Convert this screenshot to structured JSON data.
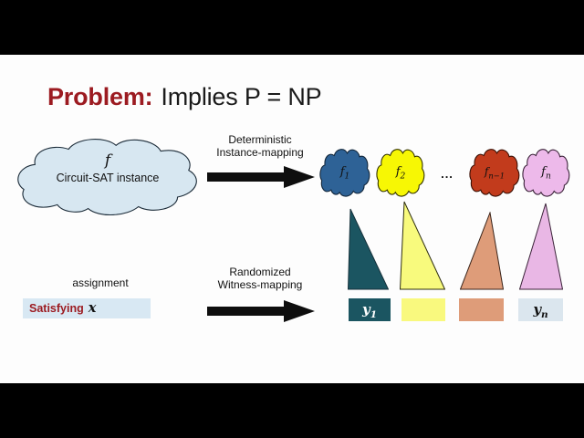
{
  "slide": {
    "title": {
      "label_bold": "Problem:",
      "label_rest": "Implies P = NP",
      "accent_color": "#9C1B21"
    },
    "source_cloud": {
      "symbol": "f",
      "label": "Circuit-SAT instance",
      "fill": "#D7E7F1"
    },
    "deterministic_arrow": {
      "line1": "Deterministic",
      "line2": "Instance-mapping"
    },
    "randomized_arrow": {
      "line1": "Randomized",
      "line2": "Witness-mapping"
    },
    "assignment": {
      "caption": "assignment",
      "highlight_word": "Satisfying",
      "variable": "x",
      "highlight_color": "#9C1B21",
      "box_fill": "#D8E8F3"
    },
    "instance_clouds": [
      {
        "symbol": "f",
        "sub": "1",
        "fill": "#2E6296"
      },
      {
        "symbol": "f",
        "sub": "2",
        "fill": "#F7F704"
      },
      {
        "symbol": "f",
        "sub": "n−1",
        "fill": "#C23B1C"
      },
      {
        "symbol": "f",
        "sub": "n",
        "fill": "#EDB9EA"
      }
    ],
    "ellipsis": "...",
    "distributions": [
      {
        "fill": "#1B5561"
      },
      {
        "fill": "#F8FA7D"
      },
      {
        "fill": "#DE9C79"
      },
      {
        "fill": "#E9B7E5"
      }
    ],
    "witness_boxes": [
      {
        "symbol": "y",
        "sub": "1",
        "fill": "#1B5561",
        "text_color": "#FFFFFF"
      },
      {
        "symbol": "",
        "sub": "",
        "fill": "#F9F97E",
        "text_color": "#000000"
      },
      {
        "symbol": "",
        "sub": "",
        "fill": "#DE9C79",
        "text_color": "#000000"
      },
      {
        "symbol": "y",
        "sub": "n",
        "fill": "#DBE6EE",
        "text_color": "#111111"
      }
    ]
  }
}
